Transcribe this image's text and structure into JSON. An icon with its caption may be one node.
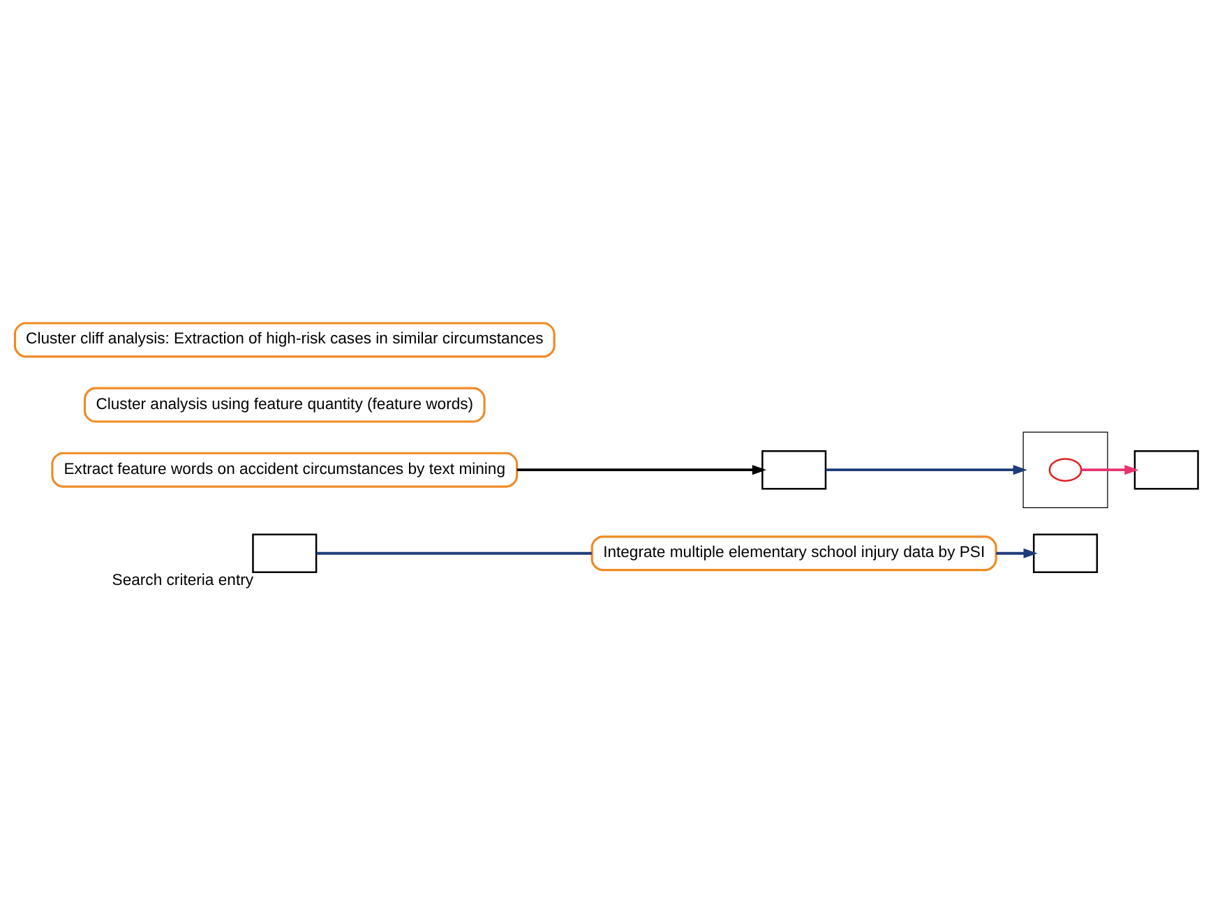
{
  "diagram": {
    "nodes": [
      {
        "text": [],
        "shape": "box",
        "beside": [
          "Search criteria entry"
        ]
      },
      {
        "text": [
          "Integrate multiple elementary school injury data by PSI"
        ]
      },
      {
        "text": [],
        "shape": "box"
      },
      {
        "text": [
          "Extract feature words on accident circumstances by text mining"
        ]
      },
      {
        "text": [],
        "shape": "box"
      },
      {
        "text": [
          "Cluster analysis using feature quantity (feature words)"
        ]
      },
      {
        "text": [],
        "shape": "box"
      },
      {
        "text": [
          "Cluster cliff analysis: Extraction of high-risk cases in similar circumstances"
        ]
      },
      {
        "text": [],
        "shape": "box"
      },
      {
        "text": [],
        "shape": "circle",
        "in": 6
      }
    ],
    "edges": [
      {
        "from": 0,
        "to": 1,
        "arrow": "none"
      },
      {
        "from": 1,
        "to": 2,
        "arrow": "to"
      },
      {
        "from": 3,
        "to": 4,
        "arrow": "to",
        "color": "#000000"
      },
      {
        "from": 4,
        "to": 6,
        "arrow": "to"
      },
      {
        "from": 9,
        "to": 8,
        "arrow": "to",
        "color": "#e8336f"
      }
    ]
  }
}
